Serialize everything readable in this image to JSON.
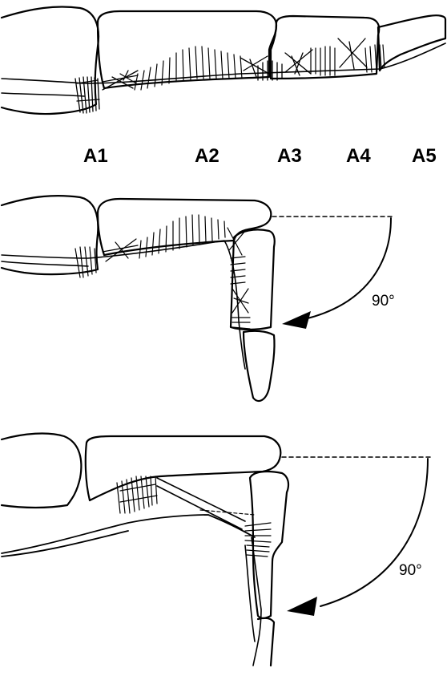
{
  "pulley_labels": [
    "A1",
    "A2",
    "A3",
    "A4",
    "A5"
  ],
  "angle_labels": {
    "middle": "90°",
    "bottom": "90°"
  },
  "colors": {
    "ink": "#000000",
    "background": "#ffffff"
  }
}
